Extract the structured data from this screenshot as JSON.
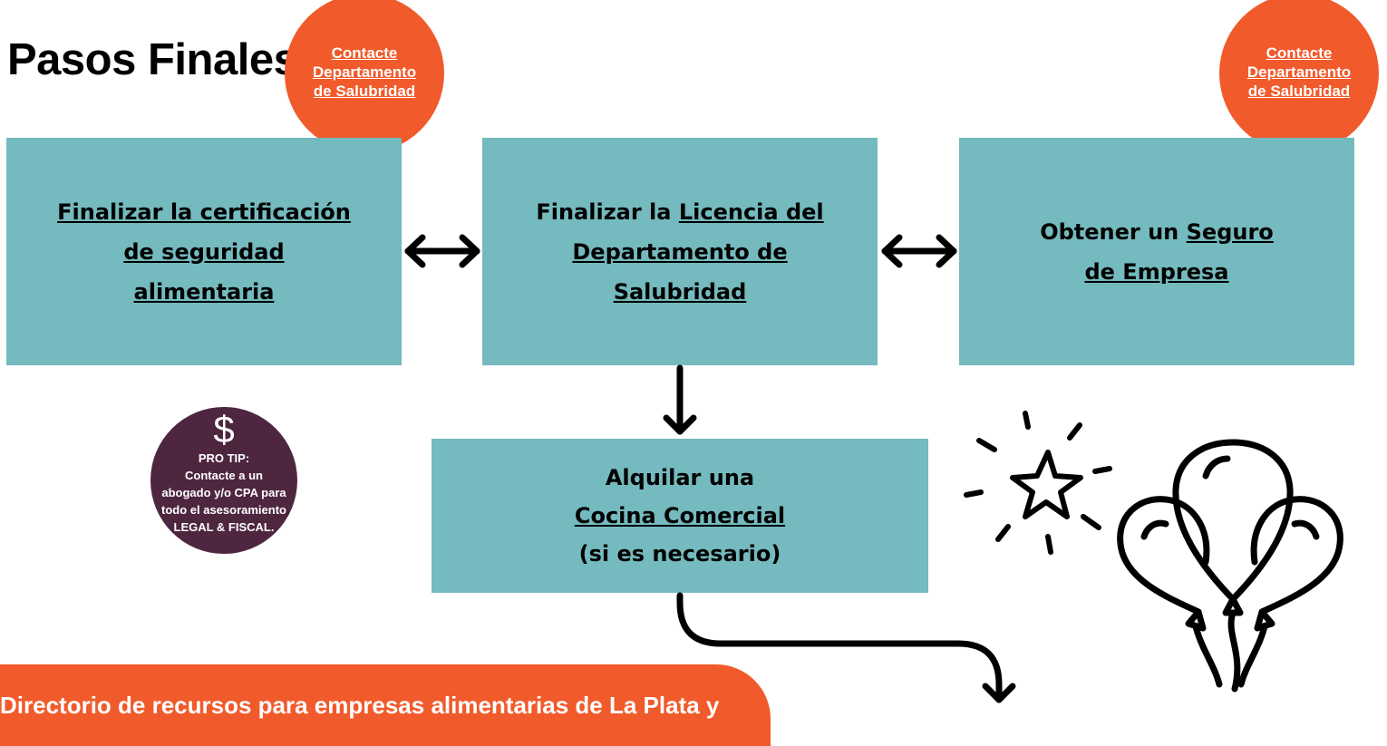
{
  "title": "Pasos Finales",
  "contact_circles": [
    {
      "lines": [
        "Contacte",
        "Departamento",
        "de Salubridad"
      ]
    },
    {
      "lines": [
        "Contacte",
        "Departamento",
        "de Salubridad"
      ]
    }
  ],
  "boxes": {
    "food_safety": {
      "lines": [
        "Finalizar la certificación",
        "de seguridad",
        "alimentaria"
      ]
    },
    "health_license": {
      "prefix": "Finalizar la ",
      "link1": "Licencia del",
      "line2": "Departamento de",
      "line3": "Salubridad"
    },
    "insurance": {
      "prefix": "Obtener un ",
      "link1": "Seguro",
      "line2": "de Empresa"
    },
    "kitchen": {
      "line1": "Alquilar una",
      "line2": "Cocina Comercial",
      "line3": "(si es necesario)"
    }
  },
  "pro_tip": {
    "icon": "$",
    "lines": [
      "PRO TIP:",
      "Contacte a un",
      "abogado y/o CPA para",
      "todo el asesoramiento",
      "LEGAL & FISCAL."
    ]
  },
  "banner": {
    "text": "Directorio de recursos para empresas alimentarias de La Plata y"
  },
  "colors": {
    "accent_orange": "#f15a2b",
    "box_teal": "#74babe",
    "pro_tip_purple": "#4e2640"
  },
  "icons": [
    "double-arrow-icon",
    "down-arrow-icon",
    "curved-arrow-icon",
    "star-sparkle-icon",
    "balloons-icon"
  ]
}
